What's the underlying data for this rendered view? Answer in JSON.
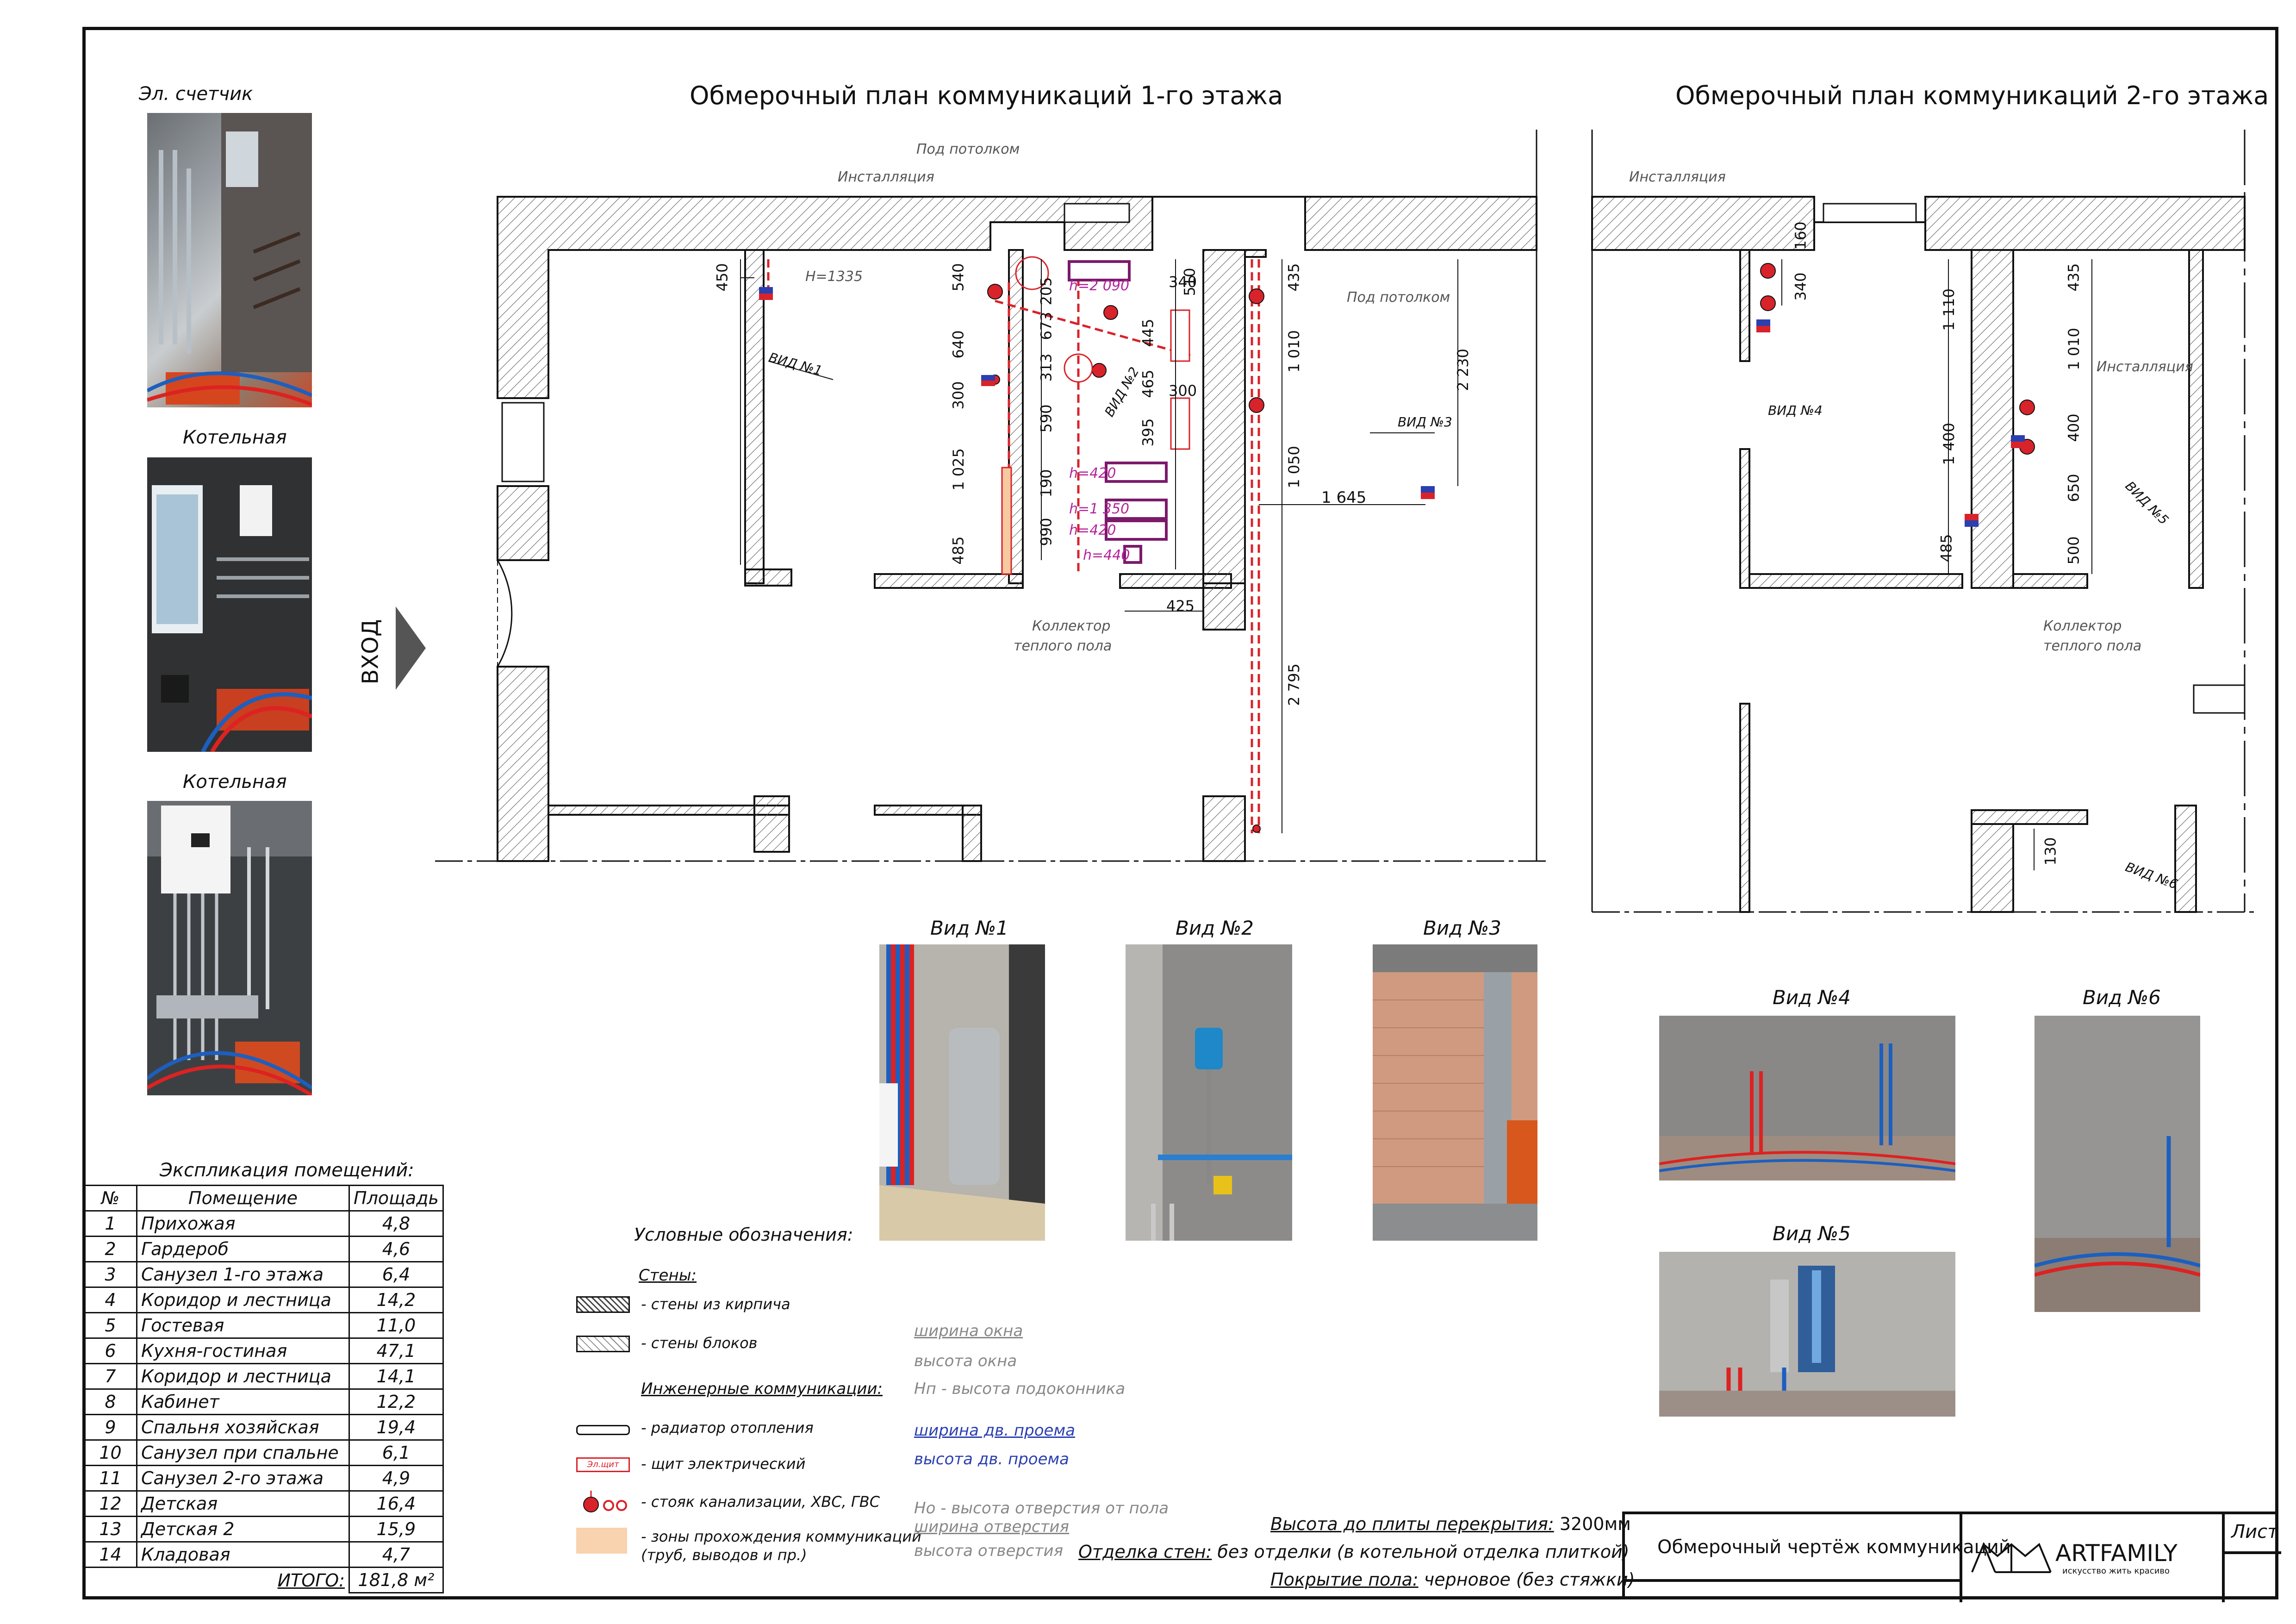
{
  "photos_left": [
    {
      "caption": "Эл. счетчик"
    },
    {
      "caption": "Котельная"
    },
    {
      "caption": "Котельная"
    }
  ],
  "plan1": {
    "title": "Обмерочный план коммуникаций 1-го этажа",
    "labels": {
      "ceiling1": "Под потолком",
      "install": "Инсталляция",
      "ceiling2": "Под потолком",
      "h1335": "Н=1335",
      "h2090": "h=2 090",
      "h420a": "h=420",
      "h1350": "h=1 350",
      "h420b": "h=420",
      "h440": "h=440",
      "view1": "ВИД №1",
      "view2": "ВИД №2",
      "view3": "ВИД №3",
      "collector": "Коллектор",
      "collector2": "теплого пола",
      "entrance": "ВХОД"
    },
    "dims": [
      "450",
      "540",
      "640",
      "300",
      "1 025",
      "485",
      "673",
      "205",
      "313",
      "590",
      "190",
      "990",
      "510",
      "340",
      "445",
      "465",
      "300",
      "395",
      "425",
      "435",
      "1 010",
      "1 050",
      "2 795",
      "2 230",
      "1 645"
    ]
  },
  "plan2": {
    "title": "Обмерочный план коммуникаций 2-го этажа",
    "labels": {
      "install1": "Инсталляция",
      "install2": "Инсталляция",
      "view4": "ВИД №4",
      "view5": "ВИД №5",
      "view6": "ВИД №6",
      "collector": "Коллектор",
      "collector2": "теплого пола"
    },
    "dims": [
      "160",
      "340",
      "1 110",
      "1 400",
      "485",
      "435",
      "1 010",
      "400",
      "650",
      "500",
      "130"
    ]
  },
  "views": [
    {
      "caption": "Вид №1"
    },
    {
      "caption": "Вид №2"
    },
    {
      "caption": "Вид №3"
    },
    {
      "caption": "Вид №4"
    },
    {
      "caption": "Вид №5"
    },
    {
      "caption": "Вид №6"
    }
  ],
  "explication": {
    "title": "Экспликация помещений:",
    "headers": [
      "№",
      "Помещение",
      "Площадь"
    ],
    "rows": [
      [
        "1",
        "Прихожая",
        "4,8"
      ],
      [
        "2",
        "Гардероб",
        "4,6"
      ],
      [
        "3",
        "Санузел 1-го этажа",
        "6,4"
      ],
      [
        "4",
        "Коридор и лестница",
        "14,2"
      ],
      [
        "5",
        "Гостевая",
        "11,0"
      ],
      [
        "6",
        "Кухня-гостиная",
        "47,1"
      ],
      [
        "7",
        "Коридор и лестница",
        "14,1"
      ],
      [
        "8",
        "Кабинет",
        "12,2"
      ],
      [
        "9",
        "Спальня хозяйская",
        "19,4"
      ],
      [
        "10",
        "Санузел при спальне",
        "6,1"
      ],
      [
        "11",
        "Санузел 2-го этажа",
        "4,9"
      ],
      [
        "12",
        "Детская",
        "16,4"
      ],
      [
        "13",
        "Детская 2",
        "15,9"
      ],
      [
        "14",
        "Кладовая",
        "4,7"
      ]
    ],
    "total_label": "ИТОГО:",
    "total_value": "181,8 м²"
  },
  "legend": {
    "title": "Условные обозначения:",
    "walls_title": "Стены:",
    "brick": "- стены из кирпича",
    "blocks": "- стены блоков",
    "eng_title": "Инженерные коммуникации:",
    "radiator": "- радиатор отопления",
    "shield": "- щит электрический",
    "shield_label": "Эл.щит",
    "riser": "- стояк канализации, ХВС, ГВС",
    "zones": "- зоны прохождения коммуникаций",
    "zones2": "(труб, выводов и пр.)",
    "win_width": "ширина окна",
    "win_height": "высота окна",
    "sill": "Нп - высота подоконника",
    "door_width": "ширина дв. проема",
    "door_height": "высота дв. проема",
    "hole_height": "Но - высота отверстия от пола",
    "hole_width": "ширина отверстия",
    "hole_h": "высота отверстия"
  },
  "notes": {
    "height_label": "Высота до плиты перекрытия:",
    "height_value": "3200мм",
    "walls_label": "Отделка стен:",
    "walls_value": "без отделки (в котельной отделка плиткой)",
    "floor_label": "Покрытие пола:",
    "floor_value": "черновое (без стяжки)"
  },
  "stamp": {
    "title": "Обмерочный чертёж коммуникаций",
    "brand": "ARTFAMILY",
    "slogan": "искусство жить красиво",
    "sheet": "Лист"
  },
  "colors": {
    "accent": "#d8232a",
    "magenta": "#b4249c",
    "blue": "#2b3fb0",
    "zone": "#f9d2b0"
  }
}
